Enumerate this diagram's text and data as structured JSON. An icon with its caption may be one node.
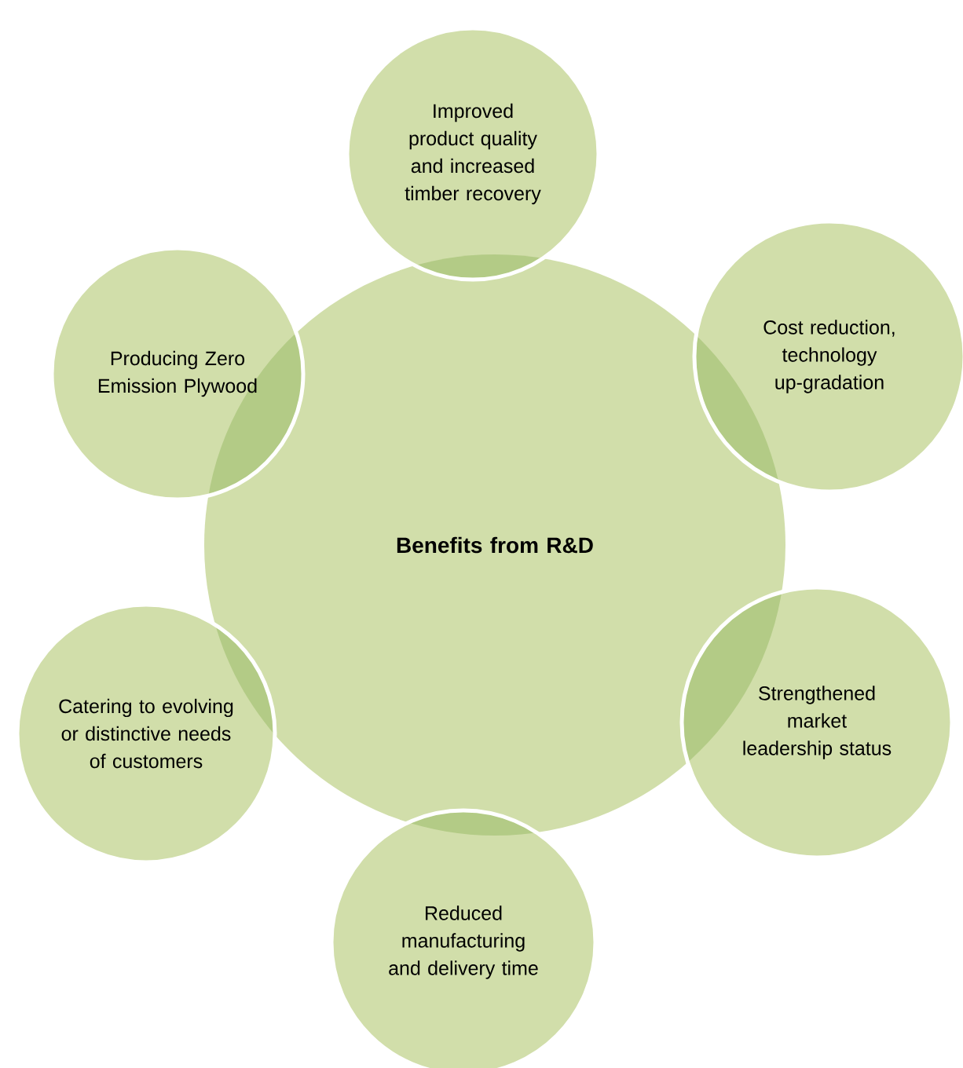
{
  "diagram": {
    "nodes": [
      {
        "text": [
          "Benefits from R&D"
        ]
      },
      {
        "text": [
          "Improved product quality and increased timber recovery"
        ]
      },
      {
        "text": [
          "Cost reduction, technology up-gradation"
        ]
      },
      {
        "text": [
          "Strengthened market leadership status"
        ]
      },
      {
        "text": [
          "Reduced manufacturing and delivery time"
        ]
      },
      {
        "text": [
          "Catering to evolving or distinctive needs of customers"
        ]
      },
      {
        "text": [
          "Producing Zero Emission Plywood"
        ]
      }
    ]
  }
}
